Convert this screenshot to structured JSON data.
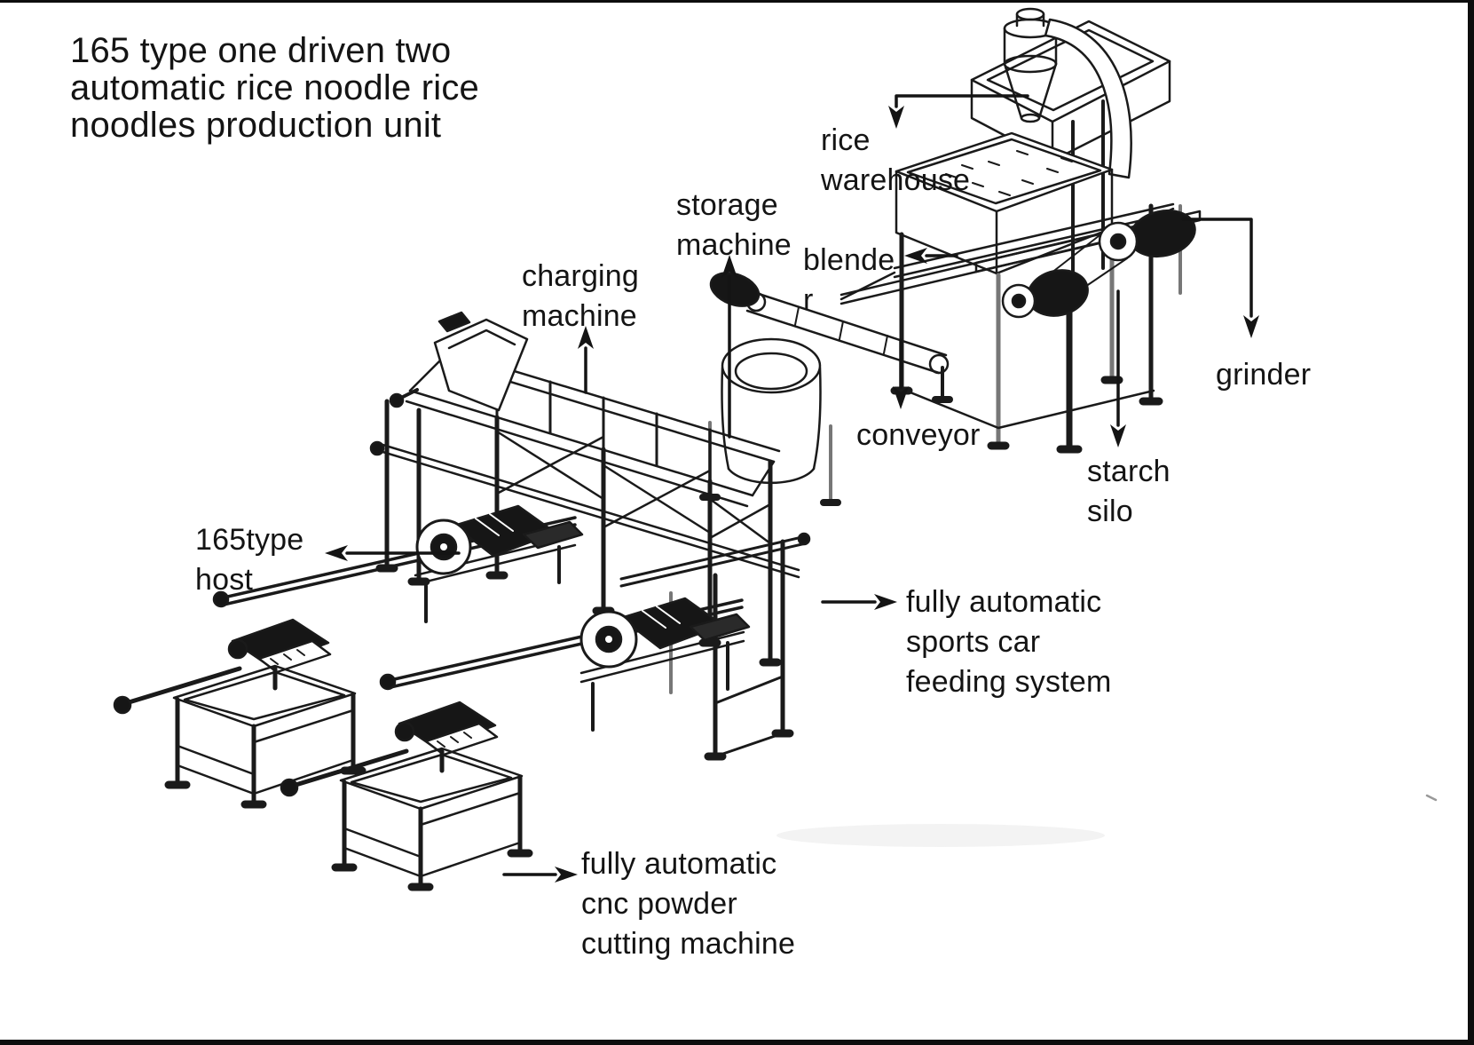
{
  "colors": {
    "ink": "#1a1a1a",
    "background": "#ffffff",
    "border": "#0d0d0d"
  },
  "diagram": {
    "title": "165 type one driven two\nautomatic rice noodle rice\nnoodles production unit",
    "labels": {
      "rice_warehouse": "rice\nwarehouse",
      "storage_machine": "storage\nmachine",
      "charging_machine": "charging\nmachine",
      "blender": "blende\nr",
      "conveyor": "conveyor",
      "grinder": "grinder",
      "starch_silo": "starch\nsilo",
      "host": "165type\nhost",
      "feeding_system": "fully automatic\nsports car\nfeeding system",
      "cutting_machine": "fully automatic\ncnc powder\ncutting machine"
    }
  }
}
